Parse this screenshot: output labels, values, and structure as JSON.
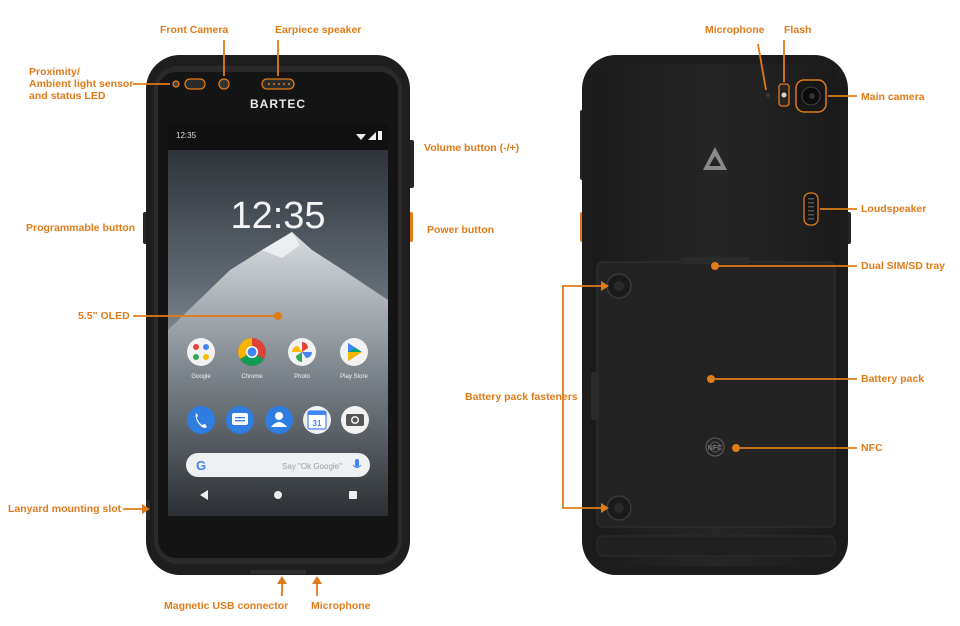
{
  "front": {
    "brand": "BARTEC",
    "status_time": "12:35",
    "clock": "12:35",
    "apps_row1": [
      "Google",
      "Chrome",
      "Photo",
      "Play Store"
    ],
    "calendar_day": "31",
    "search_text": "Say \"Ok Google\"",
    "search_logo": "G"
  },
  "back": {
    "nfc_text": "NFC"
  },
  "labels": {
    "front_camera": "Front Camera",
    "earpiece": "Earpiece speaker",
    "proximity": [
      "Proximity/",
      "Ambient light sensor",
      "and status LED"
    ],
    "volume": "Volume button (-/+)",
    "programmable": "Programmable button",
    "power": "Power button",
    "oled": "5.5\" OLED",
    "lanyard": "Lanyard mounting slot",
    "usb": "Magnetic USB connector",
    "mic_bottom": "Microphone",
    "mic_top": "Microphone",
    "flash": "Flash",
    "main_camera": "Main camera",
    "loudspeaker": "Loudspeaker",
    "sim_tray": "Dual SIM/SD tray",
    "battery_pack": "Battery pack",
    "fasteners": "Battery pack fasteners",
    "nfc": "NFC"
  },
  "colors": {
    "accent": "#e07b1a",
    "body": "#1c1c1c",
    "body_edge": "#2b2b2b",
    "screen": "#0d0d0d"
  }
}
